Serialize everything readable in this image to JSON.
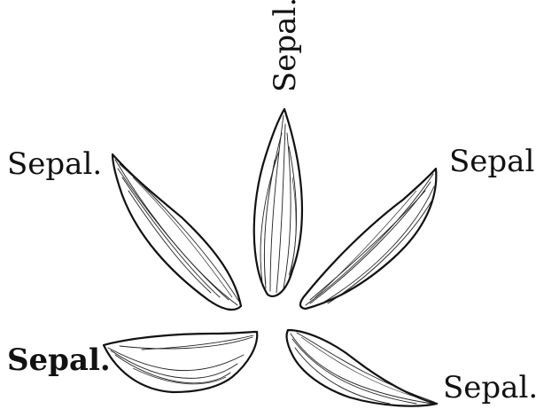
{
  "labels": {
    "top": "Sepal.",
    "upper_left": "Sepal.",
    "upper_right": "Sepal.",
    "lower_left": "Sepal.",
    "lower_right": "Sepal."
  },
  "colors": {
    "ink": "#111111",
    "background": "#ffffff"
  }
}
